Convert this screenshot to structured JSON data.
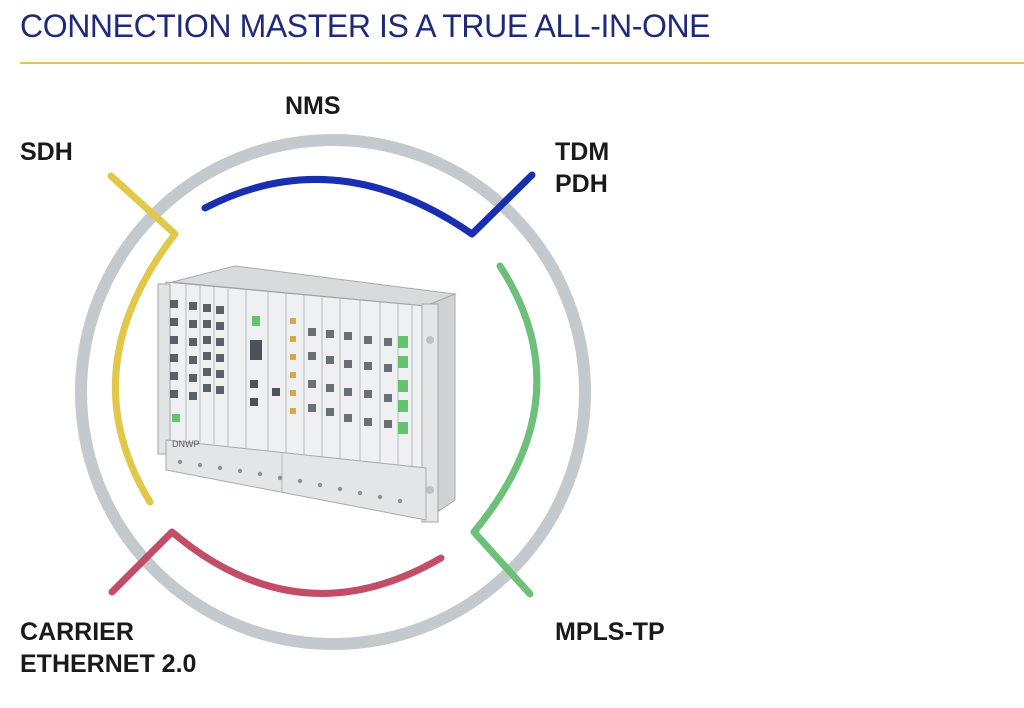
{
  "title": "CONNECTION MASTER IS A TRUE ALL-IN-ONE",
  "labels": {
    "nms": "NMS",
    "sdh": "SDH",
    "tdm": "TDM",
    "pdh": "PDH",
    "carrier": "CARRIER",
    "ethernet": "ETHERNET 2.0",
    "mpls": "MPLS-TP"
  },
  "device": {
    "brand": "DNWP"
  },
  "colors": {
    "title": "#1e2a78",
    "rule": "#e3c652",
    "ring": "#c3c9cc",
    "nms": "#1a2fb0",
    "sdh": "#e2c84a",
    "mpls": "#6cc07a",
    "carrier": "#c24d66"
  }
}
